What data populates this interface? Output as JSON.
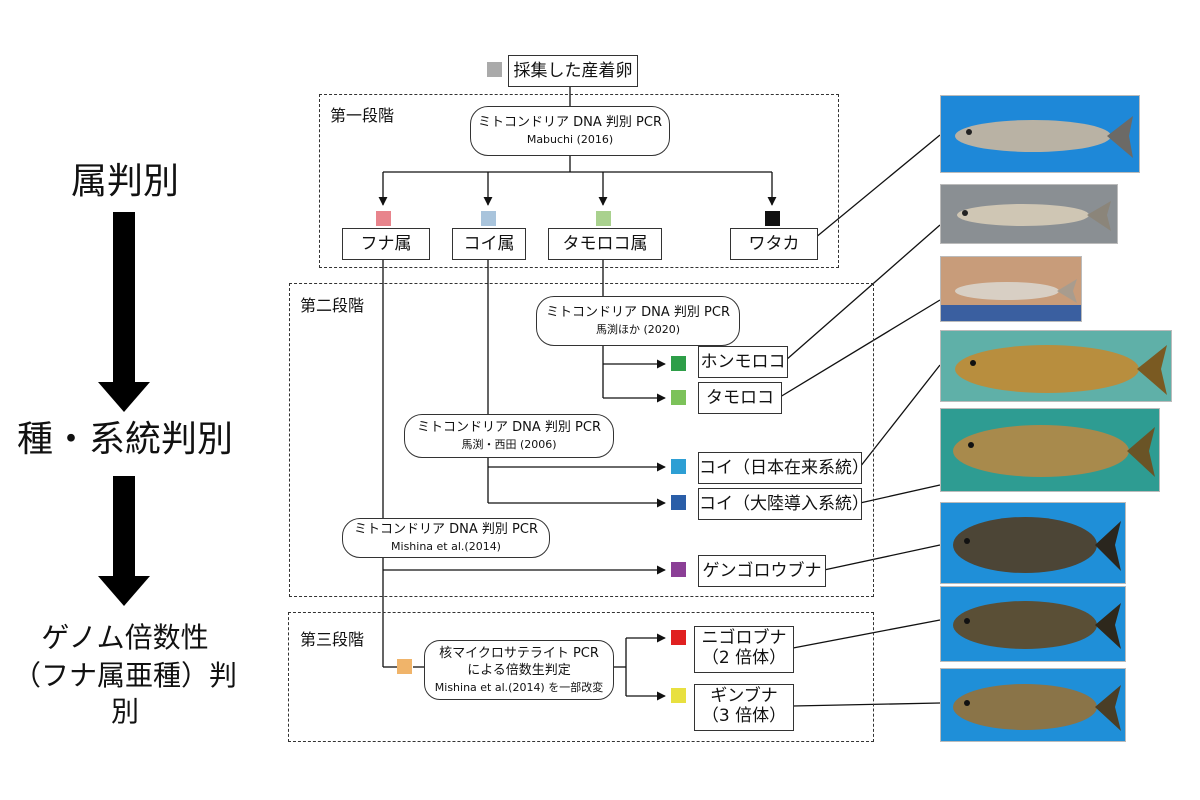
{
  "left_stages": {
    "genus": "属判別",
    "species": "種・系統判別",
    "genome_line1": "ゲノム倍数性",
    "genome_line2": "（フナ属亜種）判別"
  },
  "top": {
    "label": "採集した産着卵",
    "color": "#aaaaaa"
  },
  "stage1": {
    "title": "第一段階",
    "test": {
      "line1": "ミトコンドリア DNA 判別 PCR",
      "line2": "Mabuchi (2016)"
    },
    "genera": [
      {
        "label": "フナ属",
        "color": "#e8848c"
      },
      {
        "label": "コイ属",
        "color": "#a9c4dc"
      },
      {
        "label": "タモロコ属",
        "color": "#a9d18e"
      },
      {
        "label": "ワタカ",
        "color": "#111111"
      }
    ]
  },
  "stage2": {
    "title": "第二段階",
    "test_tamoroko": {
      "line1": "ミトコンドリア DNA 判別 PCR",
      "line2": "馬渕ほか (2020)"
    },
    "test_koi": {
      "line1": "ミトコンドリア DNA 判別 PCR",
      "line2": "馬渕・西田 (2006)"
    },
    "test_funa": {
      "line1": "ミトコンドリア DNA 判別 PCR",
      "line2": "Mishina et al.(2014)"
    },
    "results": [
      {
        "label": "ホンモロコ",
        "color": "#2e9e48"
      },
      {
        "label": "タモロコ",
        "color": "#7cc25a"
      },
      {
        "label": "コイ（日本在来系統）",
        "color": "#2e9fd4"
      },
      {
        "label": "コイ（大陸導入系統）",
        "color": "#2a5ea8"
      },
      {
        "label": "ゲンゴロウブナ",
        "color": "#8b3f96"
      }
    ]
  },
  "stage3": {
    "title": "第三段階",
    "input_color": "#f0b46a",
    "test": {
      "line1": "核マイクロサテライト PCR",
      "line2": "による倍数生判定",
      "line3": "Mishina et al.(2014) を一部改変"
    },
    "results": [
      {
        "line1": "ニゴロブナ",
        "line2": "（2 倍体）",
        "color": "#e02020"
      },
      {
        "line1": "ギンブナ",
        "line2": "（3 倍体）",
        "color": "#e8e040"
      }
    ]
  }
}
